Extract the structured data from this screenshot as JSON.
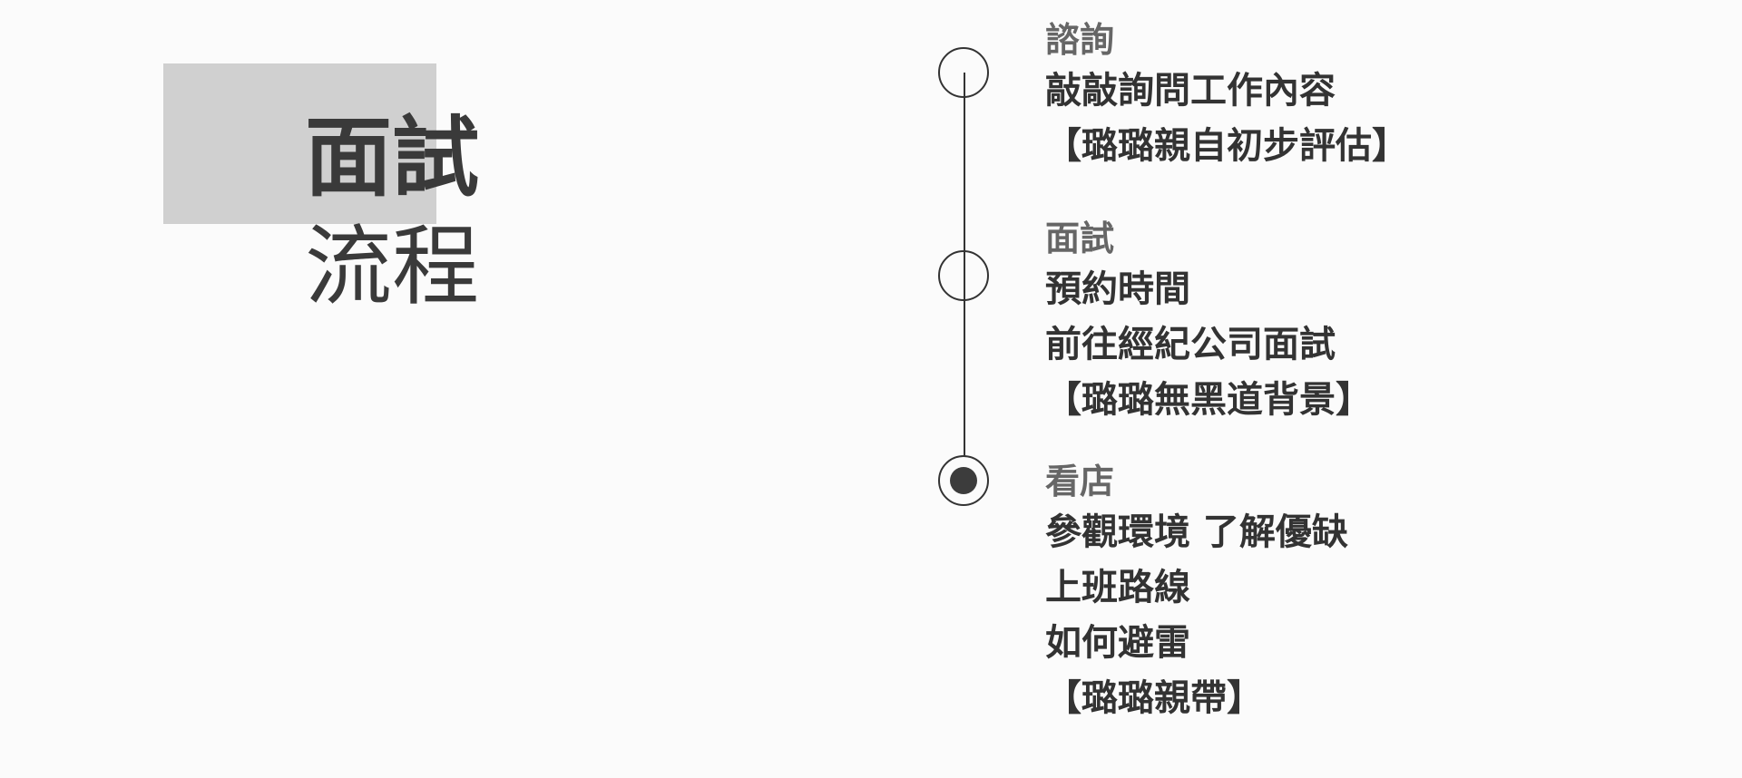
{
  "hero": {
    "title_line_1": "面試",
    "title_line_2": "流程"
  },
  "timeline": {
    "steps": [
      {
        "title": "諮詢",
        "lines": [
          "敲敲詢問工作內容",
          "【璐璐親自初步評估】"
        ],
        "active": false
      },
      {
        "title": "面試",
        "lines": [
          "預約時間",
          "前往經紀公司面試",
          "【璐璐無黑道背景】"
        ],
        "active": false
      },
      {
        "title": "看店",
        "lines": [
          "參觀環境 了解優缺",
          "上班路線",
          "如何避雷",
          "【璐璐親帶】"
        ],
        "active": true
      }
    ]
  },
  "colors": {
    "background": "#fbfbfb",
    "text_dark": "#333333",
    "text_muted": "#666666",
    "hero_block": "#d0d0d0"
  }
}
